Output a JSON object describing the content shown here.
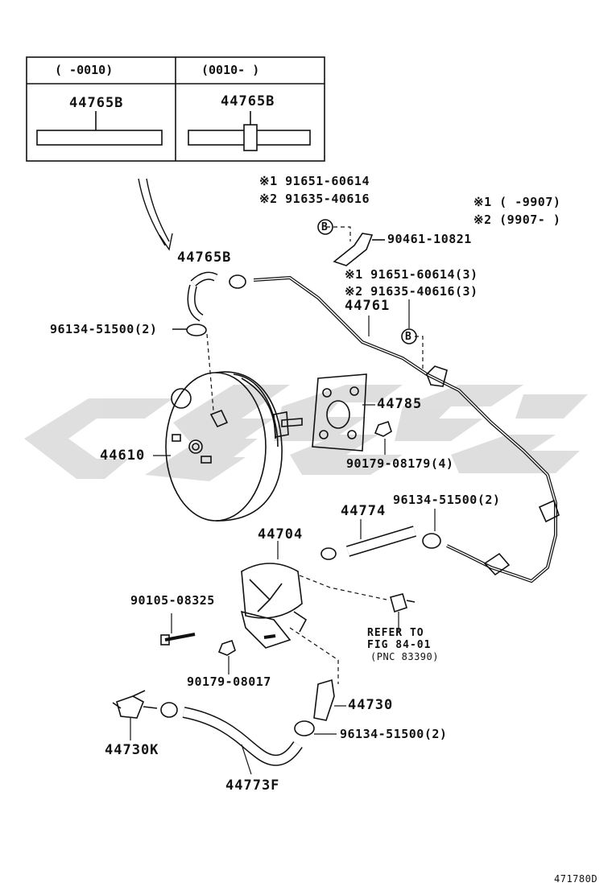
{
  "table": {
    "col1_header": "(      -0010)",
    "col2_header": "(0010-      )",
    "col1_part": "44765B",
    "col2_part": "44765B"
  },
  "notes": {
    "line1": "※1 (     -9907)",
    "line2": "※2 (9907-     )"
  },
  "labels": {
    "p1": "※1 91651-60614",
    "p2": "※2 91635-40616",
    "p3": "90461-10821",
    "p4": "44765B",
    "p5": "※1 91651-60614(3)",
    "p6": "※2 91635-40616(3)",
    "p7": "44761",
    "p8": "96134-51500(2)",
    "p9": "44785",
    "p10": "44610",
    "p11": "90179-08179(4)",
    "p12": "44774",
    "p13": "96134-51500(2)",
    "p14": "44704",
    "p15": "90105-08325",
    "p16": "REFER TO",
    "p17": "FIG 84-01",
    "p18": "(PNC 83390)",
    "p19": "90179-08017",
    "p20": "44730",
    "p21": "96134-51500(2)",
    "p22": "44730K",
    "p23": "44773F",
    "callout_b1": "B",
    "callout_b2": "B"
  },
  "footer": {
    "code": "471780D"
  },
  "colors": {
    "line": "#111111",
    "watermark": "#d9d9d9"
  }
}
